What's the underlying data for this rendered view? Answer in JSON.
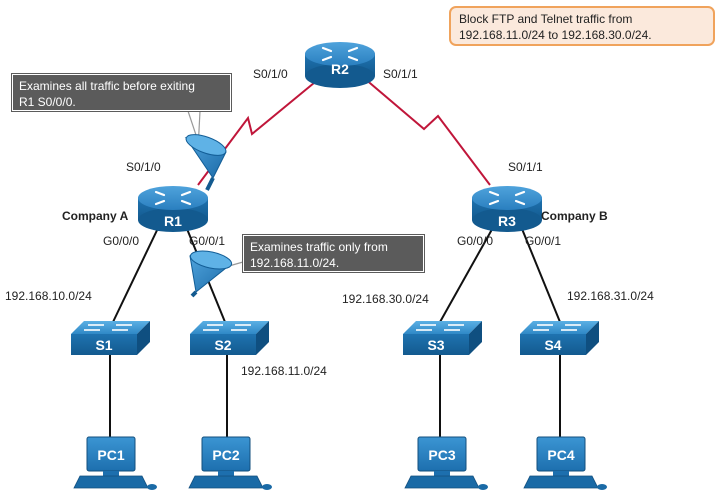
{
  "callouts": {
    "policy": [
      "Block FTP and Telnet traffic from",
      "192.168.11.0/24 to 192.168.30.0/24."
    ],
    "r1_exit": [
      "Examines all traffic before exiting",
      "R1 S0/0/0."
    ],
    "r1_in": [
      "Examines traffic only from",
      "192.168.11.0/24."
    ]
  },
  "routers": {
    "r1": {
      "name": "R1",
      "company": "Company A"
    },
    "r2": {
      "name": "R2"
    },
    "r3": {
      "name": "R3",
      "company": "Company B"
    }
  },
  "interfaces": {
    "r2_left": "S0/1/0",
    "r2_right": "S0/1/1",
    "r1_serial": "S0/1/0",
    "r3_serial": "S0/1/1",
    "r1_g0": "G0/0/0",
    "r1_g1": "G0/0/1",
    "r3_g0": "G0/0/0",
    "r3_g1": "G0/0/1"
  },
  "networks": {
    "s1": "192.168.10.0/24",
    "s2": "192.168.11.0/24",
    "s3": "192.168.30.0/24",
    "s4": "192.168.31.0/24"
  },
  "switches": [
    "S1",
    "S2",
    "S3",
    "S4"
  ],
  "pcs": [
    "PC1",
    "PC2",
    "PC3",
    "PC4"
  ],
  "colors": {
    "device_blue": "#2a7fbf",
    "device_dark": "#155f96",
    "serial_link": "#c0163a",
    "callout_dark": "#5b5b5b",
    "callout_policy_fill": "#fbe9dc",
    "callout_policy_border": "#f0a35c"
  }
}
